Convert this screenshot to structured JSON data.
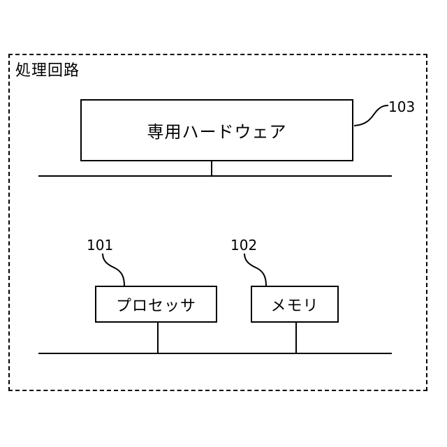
{
  "title": "処理回路",
  "hardware": {
    "label": "専用ハードウェア",
    "ref": "103"
  },
  "processor": {
    "label": "プロセッサ",
    "ref": "101"
  },
  "memory": {
    "label": "メモリ",
    "ref": "102"
  }
}
